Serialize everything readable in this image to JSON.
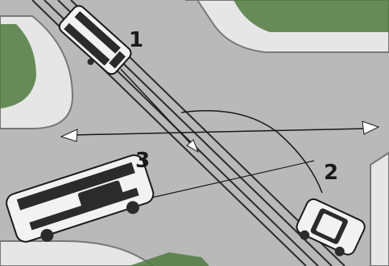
{
  "labels": {
    "tram": "1",
    "car": "2",
    "bus": "3"
  },
  "colors": {
    "road": "#b9b9b9",
    "sidewalk": "#e6e6e6",
    "curb": "#8a8a8a",
    "grass": "#4f7a3e",
    "vehicle_body": "#f2f2f2",
    "vehicle_dark": "#2b2b2b",
    "line": "#222222"
  }
}
